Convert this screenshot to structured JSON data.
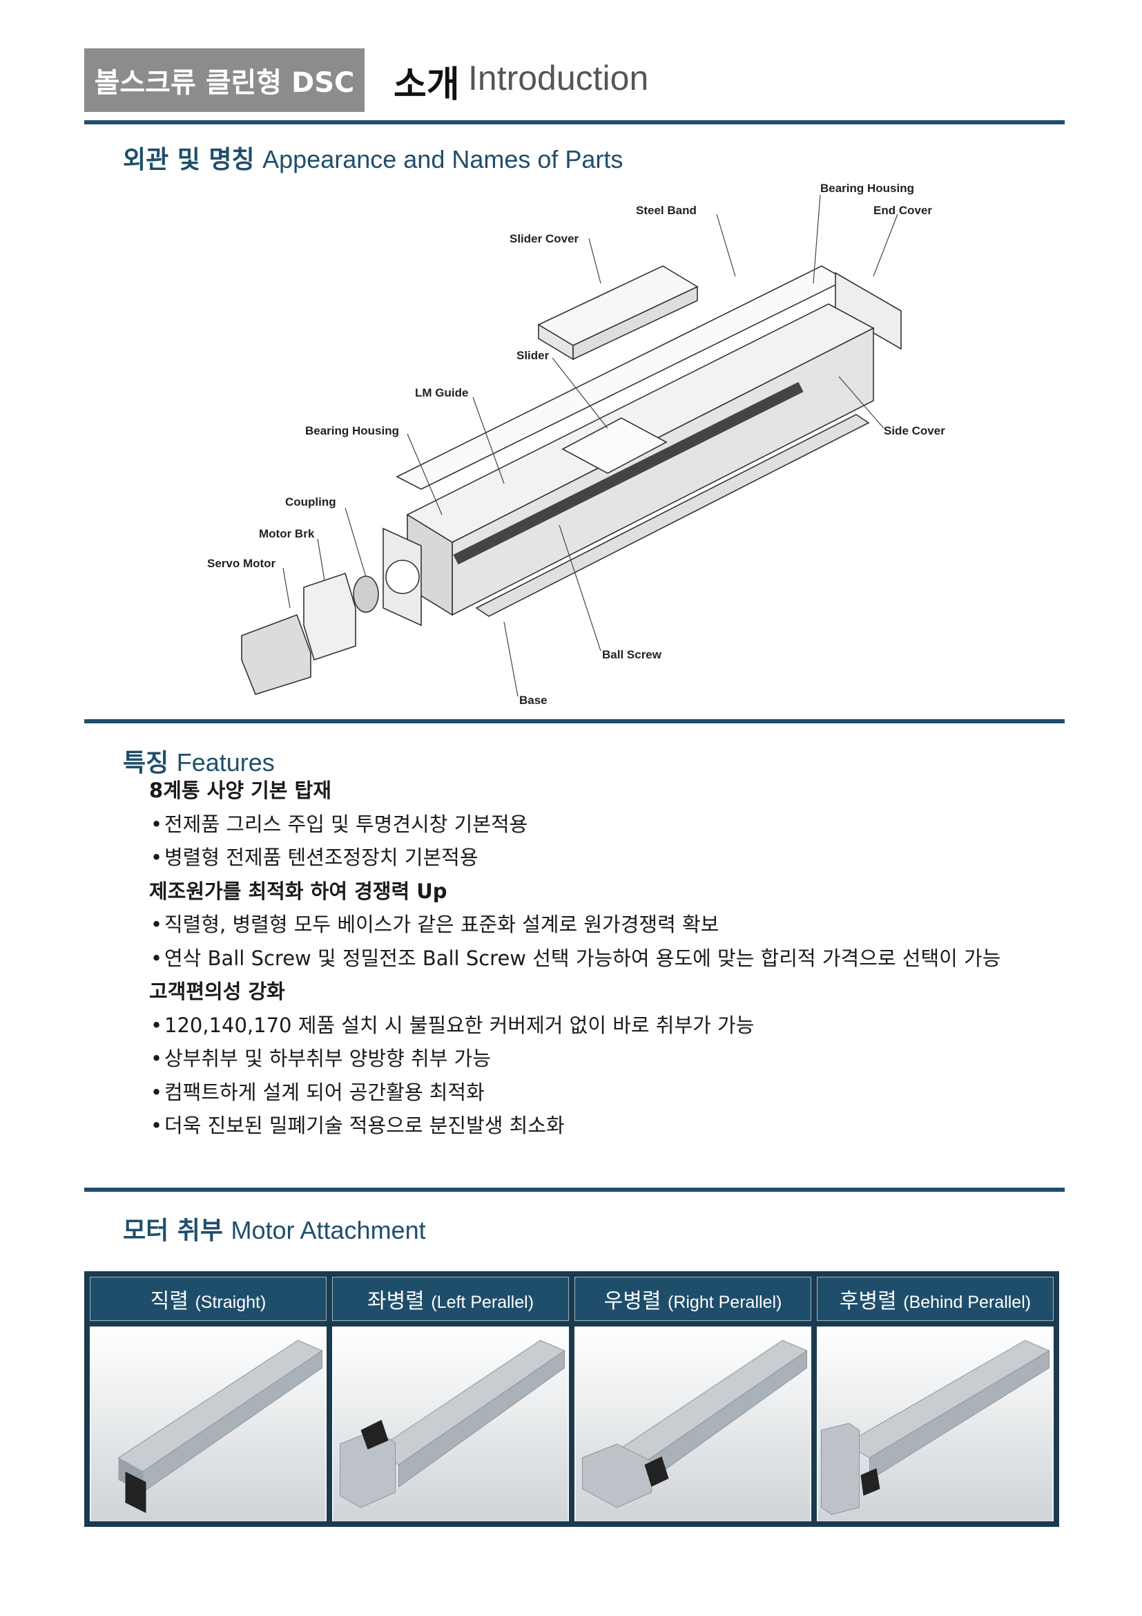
{
  "header": {
    "tag": "볼스크류 클린형 DSC",
    "title_ko": "소개",
    "title_en": "Introduction"
  },
  "appearance": {
    "heading_ko": "외관 및 명칭",
    "heading_en": "Appearance and Names of Parts",
    "labels": {
      "bearing_housing_top": "Bearing Housing",
      "steel_band": "Steel Band",
      "end_cover": "End Cover",
      "slider_cover": "Slider Cover",
      "slider": "Slider",
      "lm_guide": "LM Guide",
      "bearing_housing": "Bearing Housing",
      "side_cover": "Side Cover",
      "coupling": "Coupling",
      "motor_brk": "Motor Brk",
      "servo_motor": "Servo Motor",
      "ball_screw": "Ball Screw",
      "base": "Base"
    }
  },
  "features": {
    "heading_ko": "특징",
    "heading_en": "Features",
    "groups": [
      {
        "title": "8계통 사양 기본 탑재",
        "items": [
          "전제품 그리스 주입 및 투명견시창 기본적용",
          "병렬형 전제품 텐션조정장치 기본적용"
        ]
      },
      {
        "title": "제조원가를 최적화 하여 경쟁력 Up",
        "items": [
          "직렬형, 병렬형 모두 베이스가 같은 표준화 설계로 원가경쟁력 확보",
          "연삭 Ball Screw 및 정밀전조 Ball Screw 선택 가능하여 용도에 맞는 합리적 가격으로 선택이 가능"
        ]
      },
      {
        "title": "고객편의성 강화",
        "items": [
          "120,140,170 제품 설치 시 불필요한 커버제거 없이 바로 취부가 가능",
          "상부취부 및 하부취부 양방향 취부 가능",
          "컴팩트하게 설계 되어 공간활용 최적화",
          "더욱 진보된 밀폐기술 적용으로 분진발생 최소화"
        ]
      }
    ]
  },
  "motor": {
    "heading_ko": "모터 취부",
    "heading_en": "Motor Attachment",
    "columns": [
      {
        "ko": "직렬",
        "en": "(Straight)"
      },
      {
        "ko": "좌병렬",
        "en": "(Left Perallel)"
      },
      {
        "ko": "우병렬",
        "en": "(Right Perallel)"
      },
      {
        "ko": "후병렬",
        "en": "(Behind Perallel)"
      }
    ]
  },
  "colors": {
    "accent": "#1f4e6b",
    "tag_bg": "#8c8c8c"
  }
}
